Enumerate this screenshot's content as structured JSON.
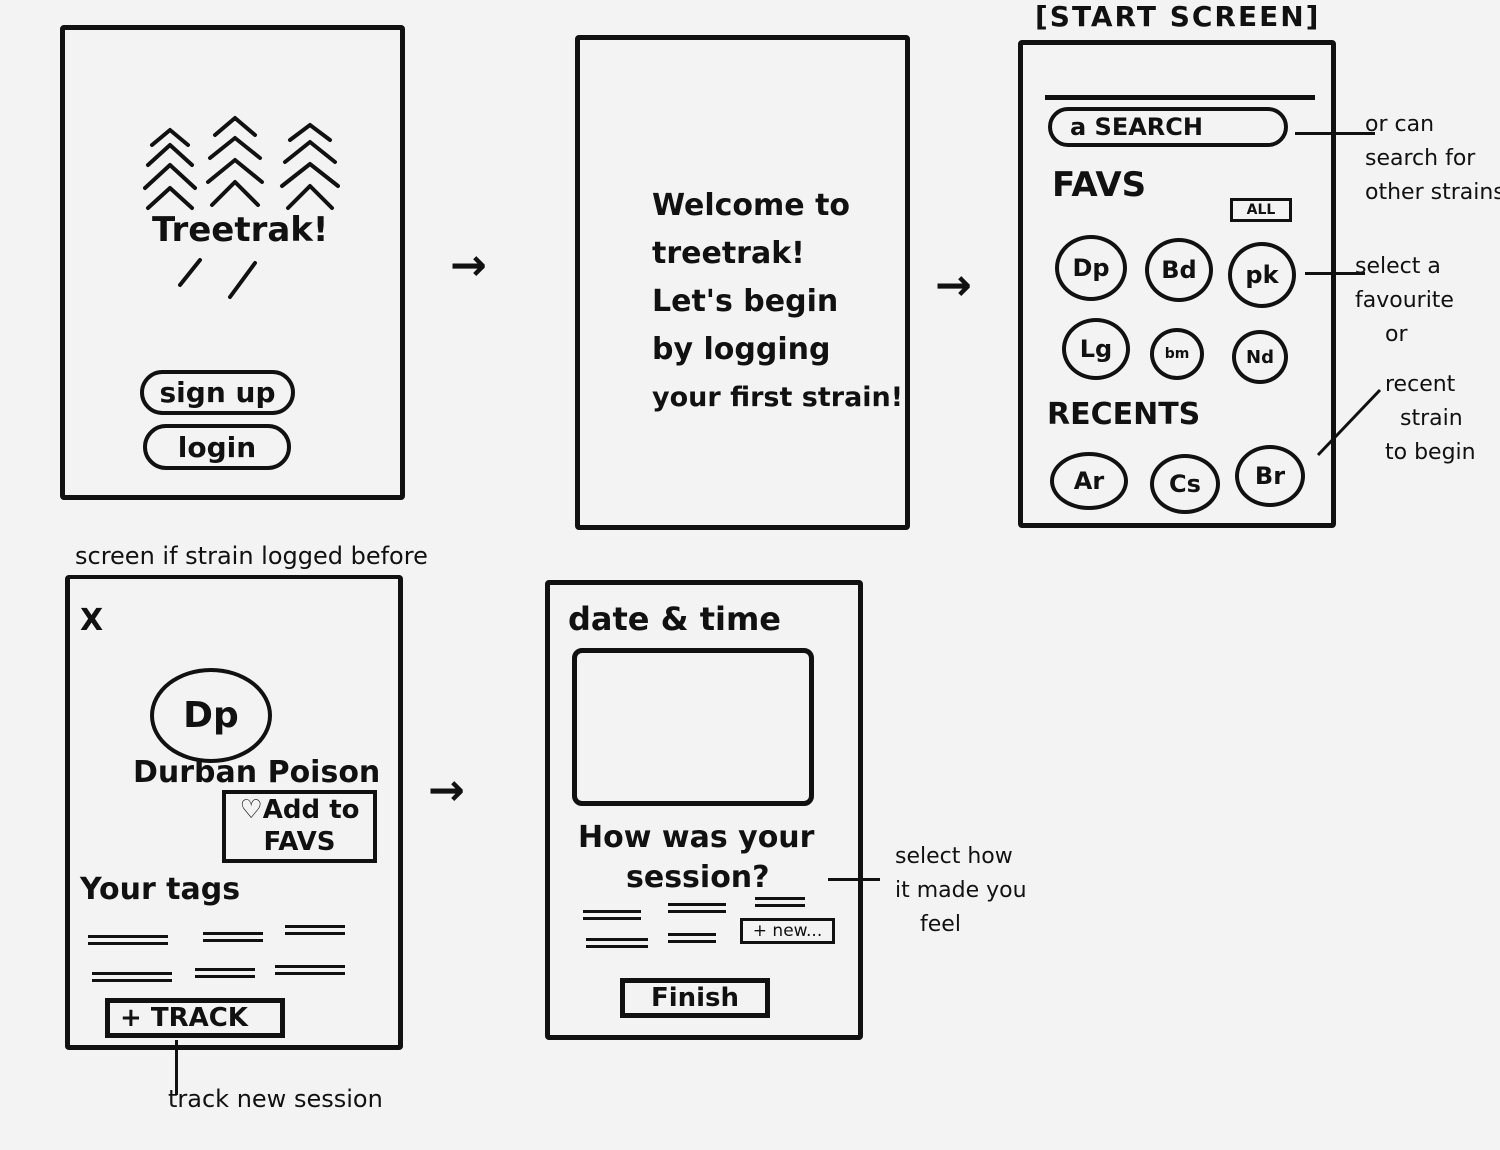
{
  "splash": {
    "app_name": "Treetrak!",
    "signup_label": "sign up",
    "login_label": "login"
  },
  "welcome": {
    "lines": [
      "Welcome to",
      "treetrak!",
      "Let's begin",
      "by logging",
      "your first strain!"
    ]
  },
  "start": {
    "header": "[START SCREEN]",
    "search_label": "a SEARCH",
    "favs_heading": "FAVS",
    "all_label": "ALL",
    "favs": [
      "Dp",
      "Bd",
      "pk",
      "Lg",
      "bm",
      "Nd"
    ],
    "recents_heading": "RECENTS",
    "recents": [
      "Ar",
      "Cs",
      "Br"
    ],
    "note_search": [
      "or can",
      "search for",
      "other strains"
    ],
    "note_select": [
      "select a",
      "favourite",
      "or"
    ],
    "note_recent": [
      "recent",
      "strain",
      "to begin"
    ]
  },
  "strain": {
    "caption": "screen if strain logged before",
    "close_label": "X",
    "avatar": "Dp",
    "name": "Durban Poison",
    "fav_label": [
      "♡Add to",
      "FAVS"
    ],
    "tags_heading": "Your tags",
    "track_label": "+ TRACK",
    "track_note": "track new session"
  },
  "session": {
    "date_heading": "date & time",
    "question": [
      "How was your",
      "session?"
    ],
    "new_tag": "+ new...",
    "finish_label": "Finish",
    "note": [
      "select how",
      "it made you",
      "feel"
    ]
  },
  "arrows": {
    "glyph": "→"
  }
}
